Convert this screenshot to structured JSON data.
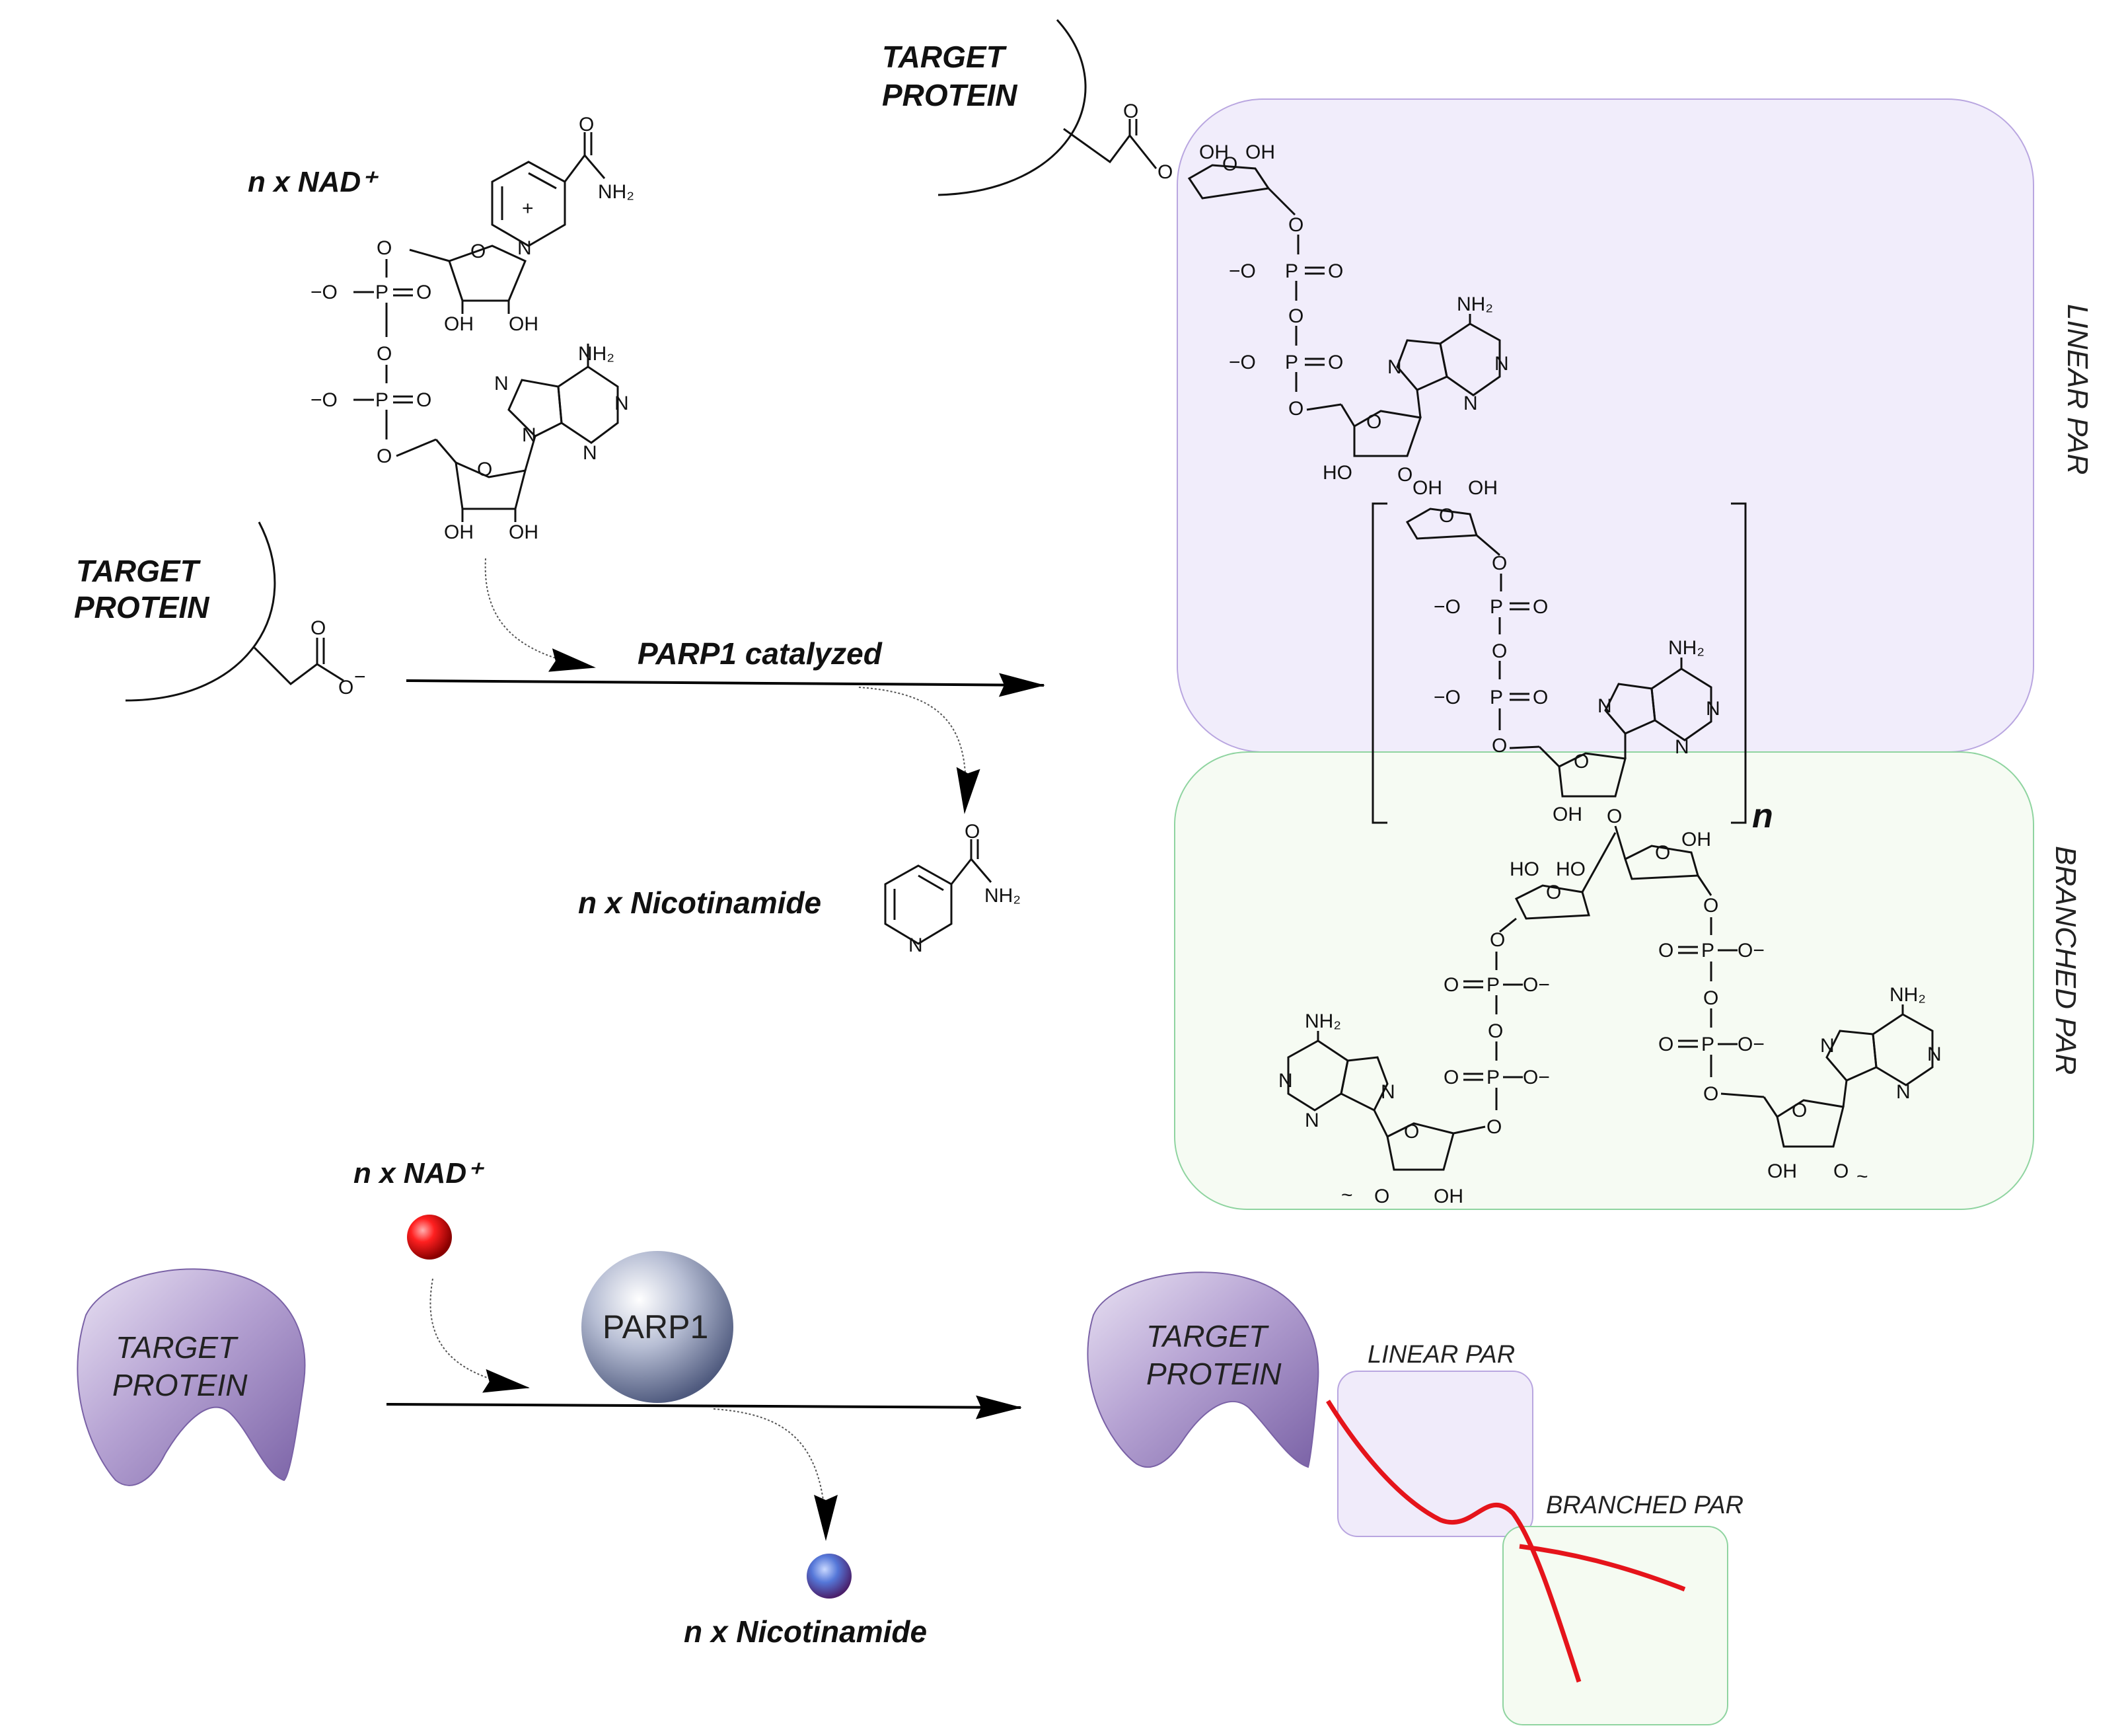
{
  "top_scheme": {
    "reactant_nad_label": "n x NAD⁺",
    "reactant_protein_label_line1": "TARGET",
    "reactant_protein_label_line2": "PROTEIN",
    "enzyme_label": "PARP1 catalyzed",
    "byproduct_label": "n x Nicotinamide",
    "product_protein_label_line1": "TARGET",
    "product_protein_label_line2": "PROTEIN",
    "linear_region_label": "LINEAR PAR",
    "branched_region_label": "BRANCHED PAR",
    "repeat_label": "n",
    "linear_region_color": "#f1edfb",
    "branched_region_color": "#f5faf2"
  },
  "bottom_scheme": {
    "nad_label": "n x NAD⁺",
    "enzyme_label": "PARP1",
    "protein_label_line1": "TARGET",
    "protein_label_line2": "PROTEIN",
    "byproduct_label": "n x Nicotinamide",
    "product_protein_label_line1": "TARGET",
    "product_protein_label_line2": "PROTEIN",
    "linear_label": "LINEAR PAR",
    "branched_label": "BRANCHED PAR",
    "nad_color": "#e0141a",
    "nicotinamide_color": "#4e6fc2",
    "protein_color": "#9a84c0",
    "chain_color": "#e5141b"
  },
  "atoms": {
    "O": "O",
    "OH": "OH",
    "HO": "HO",
    "P": "P",
    "N": "N",
    "NH2": "NH₂",
    "Ominus": "−O",
    "Ominus_r": "O−",
    "plus": "+"
  }
}
